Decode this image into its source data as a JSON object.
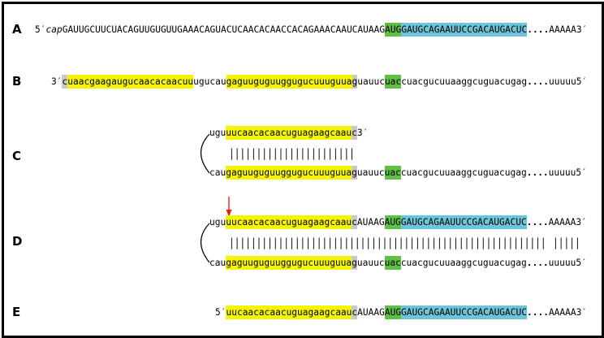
{
  "colors": {
    "yellow_highlight": "#f5f500",
    "green_highlight": "#5fbf46",
    "cyan_highlight": "#6cc5da",
    "gray_highlight": "#c9c9c9",
    "arrow": "#e02020"
  },
  "panels": {
    "A": {
      "label": "A",
      "prefix": "5′",
      "cap": "cap",
      "seq_plain": "GAUUGCUUCUACAGUUGUGUUGAAACAGUACUCAACACAACCACAGAAACAAUCAUAAG",
      "start_codon": "AUG",
      "coding": "GAUGCAGAAUUCCGACAUGACUC",
      "ellipsis": "....",
      "tail": "AAAAA3′"
    },
    "B": {
      "label": "B",
      "prefix": "3′",
      "gray_nt": "c",
      "seg_yellow_1": "uaacgaagaugucaacacaacuu",
      "seg_plain_1": "ugucau",
      "seg_yellow_2": "gaguuguguuggugucuuuguua",
      "seg_gray_2": "g",
      "seg_plain_2": "uauuc",
      "seg_green": "uac",
      "seg_plain_3": "cuacgucuuaaggcuguacugag",
      "ellipsis": "....",
      "tail": "uuuuu5′"
    },
    "C": {
      "label": "C",
      "top_plain": "ugu",
      "top_yellow": "uucaacacaacuguagaagcaau",
      "top_gray": "c",
      "top_end": "3′",
      "pairing": "|||||||||||||||||||||||",
      "bot_plain_1": "cau",
      "bot_yellow": "gaguuguguuggugucuuuguua",
      "bot_gray": "g",
      "bot_plain_2": "uauuc",
      "bot_green": "uac",
      "bot_plain_3": "cuacgucuuaaggcuguacugag",
      "ellipsis": "....",
      "tail": "uuuuu5′"
    },
    "D": {
      "label": "D",
      "top_plain": "ugu",
      "top_yellow": "uucaacacaacuguagaagcaau",
      "top_gray": "c",
      "top_plain_2": "AUAAG",
      "top_green": "AUG",
      "top_cyan": "GAUGCAGAAUUCCGACAUGACUC",
      "ellipsis": "....",
      "top_tail": "AAAAA3′",
      "pairing": "||||||||||||||||||||||||||||||||||||||||||||||||||||||||||",
      "pairing_tail": "|||||",
      "bot_plain_1": "cau",
      "bot_yellow": "gaguuguguuggugucuuuguua",
      "bot_gray": "g",
      "bot_plain_2": "uauuc",
      "bot_green": "uac",
      "bot_plain_3": "cuacgucuuaaggcuguacugag",
      "bot_tail": "uuuuu5′"
    },
    "E": {
      "label": "E",
      "prefix": "5′",
      "yellow": "uucaacacaacuguagaagcaau",
      "gray": "c",
      "plain": "AUAAG",
      "green": "AUG",
      "cyan": "GAUGCAGAAUUCCGACAUGACUC",
      "ellipsis": "....",
      "tail": "AAAAA3′"
    }
  }
}
